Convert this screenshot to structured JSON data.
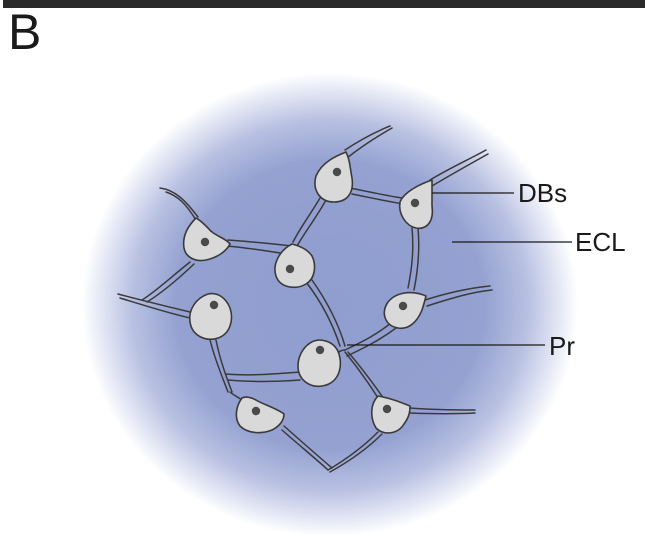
{
  "figure": {
    "panel_letter": "B",
    "labels": {
      "dbs": "DBs",
      "ecl": "ECL",
      "pr": "Pr"
    },
    "colors": {
      "background_glow": "#8f9dcf",
      "cell_fill": "#d9d9d9",
      "cell_outline": "#3a3a3a",
      "nucleus": "#4a4a4a"
    }
  }
}
